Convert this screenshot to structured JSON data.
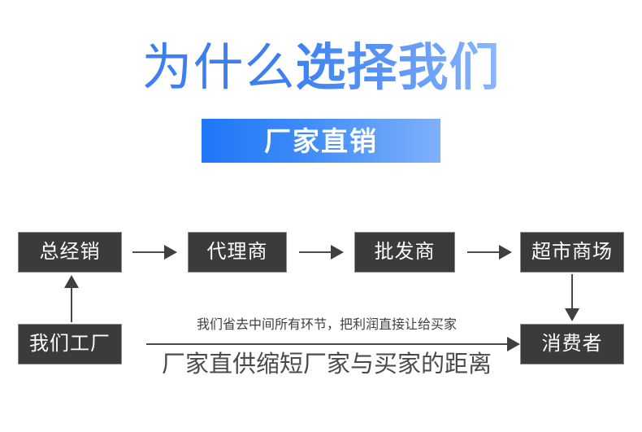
{
  "headline": {
    "thin_part": "为什么",
    "bold_part": "选择我们",
    "thin_color": "#3d7ef0",
    "bold_color_start": "#3d82f2",
    "bold_color_end": "#8bb7fb"
  },
  "banner": {
    "text": "厂家直销",
    "gradient_start": "#1f76f7",
    "gradient_end": "#7fb1fb",
    "text_color": "#ffffff"
  },
  "flow": {
    "box_fill": "#3b3b3b",
    "box_border": "#8a8a8a",
    "box_text_color": "#ffffff",
    "arrow_color": "#3f3f3f",
    "boxes": [
      {
        "id": "zongjingxiao",
        "label": "总经销"
      },
      {
        "id": "dailishang",
        "label": "代理商"
      },
      {
        "id": "pifashang",
        "label": "批发商"
      },
      {
        "id": "chaoshi",
        "label": "超市商场"
      },
      {
        "id": "womengongchang",
        "label": "我们工厂"
      },
      {
        "id": "xiaofeizhe",
        "label": "消费者"
      }
    ]
  },
  "captions": {
    "top": "我们省去中间所有环节，把利润直接让给买家",
    "bottom": "厂家直供缩短厂家与买家的距离"
  }
}
